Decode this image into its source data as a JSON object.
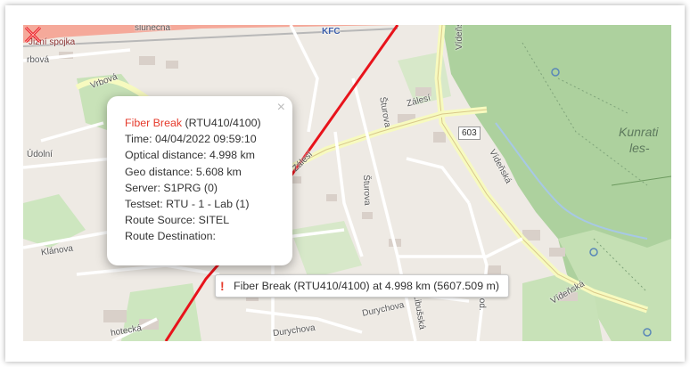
{
  "map": {
    "labels": {
      "street_slunecna": "slunecna",
      "street_spojka": "Jižní spojka",
      "street_vrbova": "Vrbová",
      "street_zalesi": "Zálesí",
      "street_sturova": "Šturova",
      "street_videnska": "Vídeňská",
      "street_videnska2": "Vídeňská",
      "street_udolni": "Údolní",
      "street_klanova": "Klánova",
      "street_durychova": "Durychova",
      "street_durychova2": "Durychova",
      "street_libusska": "Libušská",
      "street_hotecka": "hotecká",
      "street_jalodvorska": "Jalod.",
      "street_zalesi2": "Zálesí",
      "forest_line1": "Kunrati",
      "forest_line2": "les-",
      "route_number": "603",
      "kfc": "KFC"
    },
    "colors": {
      "fiber_route": "#e8131b",
      "forest": "#add19e",
      "residential": "#eeeae4"
    }
  },
  "popup": {
    "event_type": "Fiber Break",
    "rtu_id": "(RTU410/4100)",
    "time": "Time: 04/04/2022 09:59:10",
    "optical_distance": "Optical distance: 4.998 km",
    "geo_distance": "Geo distance: 5.608 km",
    "server": "Server: S1PRG (0)",
    "testset": "Testset: RTU - 1 - Lab (1)",
    "route_source": "Route Source: SITEL",
    "route_destination": "Route Destination:",
    "close_glyph": "×"
  },
  "tooltip": {
    "icon_glyph": "!",
    "text": "Fiber Break (RTU410/4100) at 4.998 km (5607.509 m)"
  }
}
